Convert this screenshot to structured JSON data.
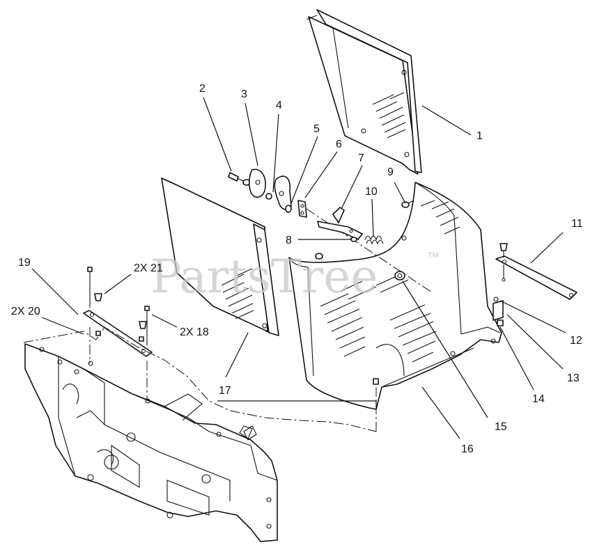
{
  "watermark": {
    "text": "PartsTree",
    "tm": "TM"
  },
  "callouts": [
    "1",
    "2",
    "3",
    "4",
    "5",
    "6",
    "7",
    "8",
    "9",
    "10",
    "11",
    "12",
    "13",
    "14",
    "15",
    "16",
    "17",
    "19",
    "2X 21",
    "2X 20",
    "2X 18"
  ]
}
